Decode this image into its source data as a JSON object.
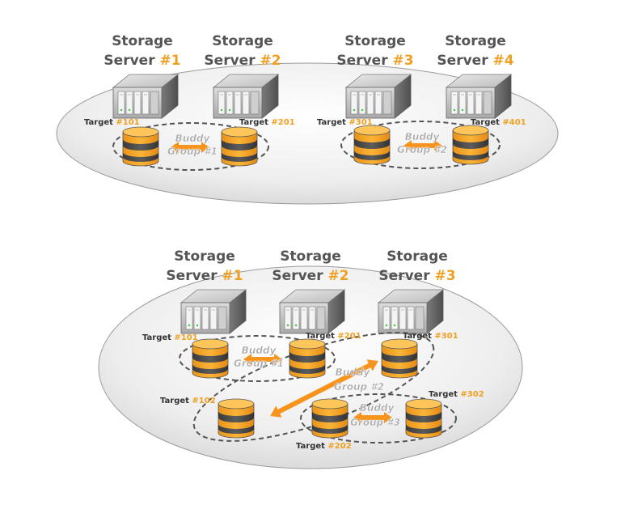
{
  "colors": {
    "accent": "#f0a020",
    "disk_orange": "#f7a823",
    "disk_dark": "#4a4a4a",
    "title_gray": "#555555",
    "buddy_gray": "#a8a8a8"
  },
  "icons": {
    "server": "rack-server-icon",
    "disk": "disk-stack-icon",
    "arrow": "double-headed-arrow"
  },
  "top_cluster": {
    "servers": [
      {
        "line1": "Storage",
        "line2": "Server",
        "num": "#1"
      },
      {
        "line1": "Storage",
        "line2": "Server",
        "num": "#2"
      },
      {
        "line1": "Storage",
        "line2": "Server",
        "num": "#3"
      },
      {
        "line1": "Storage",
        "line2": "Server",
        "num": "#4"
      }
    ],
    "targets": [
      {
        "label": "Target",
        "num": "#101"
      },
      {
        "label": "Target",
        "num": "#201"
      },
      {
        "label": "Target",
        "num": "#301"
      },
      {
        "label": "Target",
        "num": "#401"
      }
    ],
    "groups": [
      {
        "line1": "Buddy",
        "line2": "Group #1"
      },
      {
        "line1": "Buddy",
        "line2": "Group #2"
      }
    ]
  },
  "bottom_cluster": {
    "servers": [
      {
        "line1": "Storage",
        "line2": "Server",
        "num": "#1"
      },
      {
        "line1": "Storage",
        "line2": "Server",
        "num": "#2"
      },
      {
        "line1": "Storage",
        "line2": "Server",
        "num": "#3"
      }
    ],
    "targets": [
      {
        "label": "Target",
        "num": "#101"
      },
      {
        "label": "Target",
        "num": "#201"
      },
      {
        "label": "Target",
        "num": "#301"
      },
      {
        "label": "Target",
        "num": "#102"
      },
      {
        "label": "Target",
        "num": "#302"
      },
      {
        "label": "Target",
        "num": "#202"
      }
    ],
    "groups": [
      {
        "line1": "Buddy",
        "line2": "Group #1"
      },
      {
        "line1": "Buddy",
        "line2": "Group #2"
      },
      {
        "line1": "Buddy",
        "line2": "Group #3"
      }
    ]
  }
}
